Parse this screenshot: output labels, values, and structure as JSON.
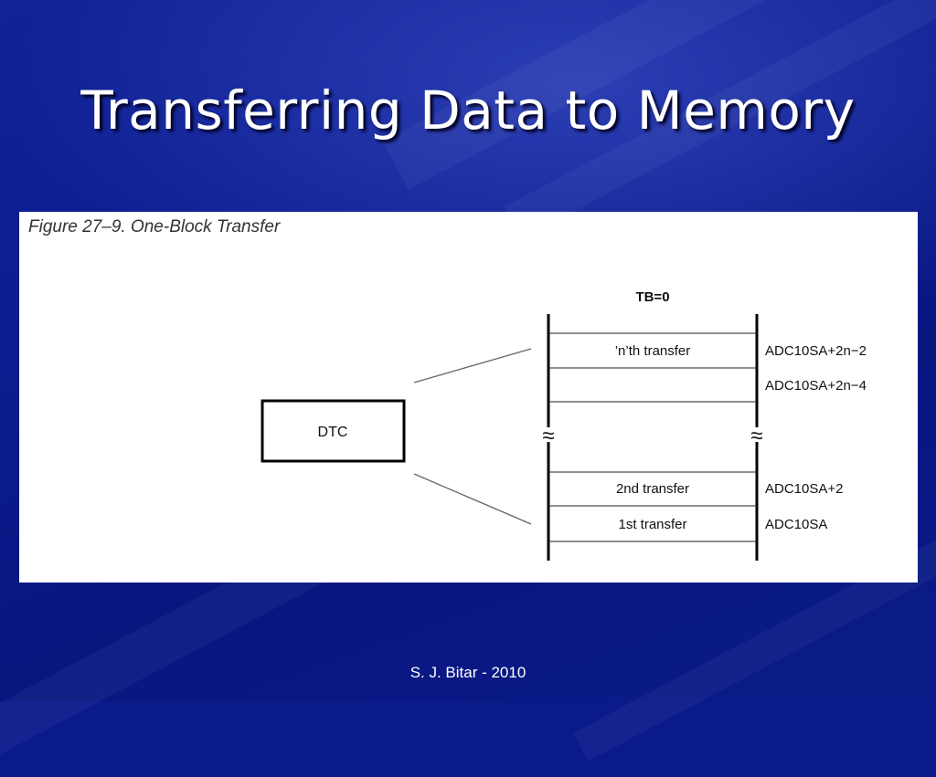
{
  "slide": {
    "title": "Transferring Data to Memory",
    "footer": "S. J. Bitar - 2010"
  },
  "figure": {
    "caption": "Figure 27–9.  One-Block Transfer",
    "tb_label": "TB=0",
    "dtc_label": "DTC",
    "break_symbol": "≈",
    "rows": [
      {
        "label": "’n’th transfer",
        "address": "ADC10SA+2n−2"
      },
      {
        "label": "",
        "address": "ADC10SA+2n−4"
      },
      {
        "label": "2nd transfer",
        "address": "ADC10SA+2"
      },
      {
        "label": "1st transfer",
        "address": "ADC10SA"
      }
    ]
  },
  "colors": {
    "background": "#0a1a8a",
    "panel": "#ffffff",
    "text": "#ffffff"
  }
}
